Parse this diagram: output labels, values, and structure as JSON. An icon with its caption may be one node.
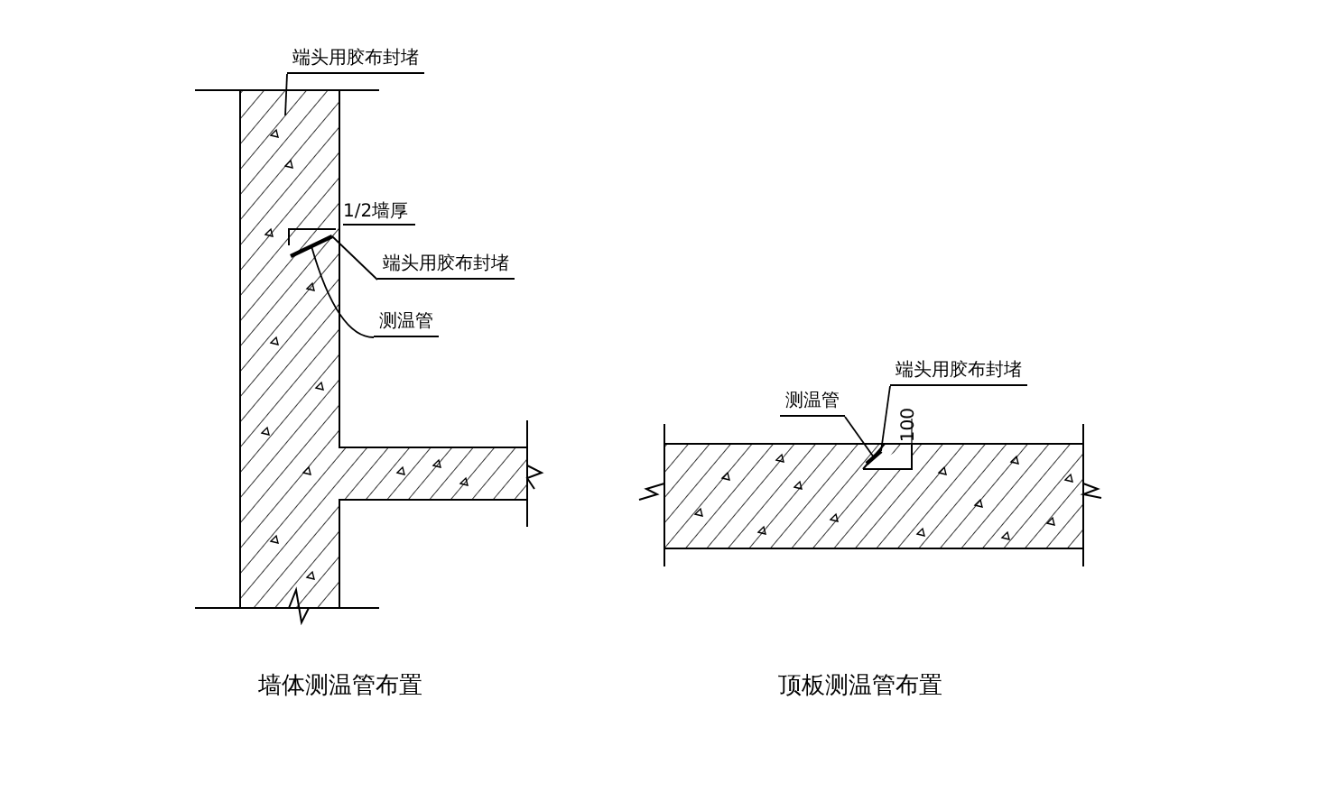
{
  "diagram": {
    "nodes": [
      {
        "text": [
          "端头用胶布封堵"
        ]
      },
      {
        "text": [
          "端头用胶布封堵"
        ]
      },
      {
        "text": [
          "测温管"
        ]
      },
      {
        "text": [
          "测温管"
        ]
      },
      {
        "text": [
          "端头用胶布封堵"
        ]
      },
      {
        "text": [],
        "shape": "bar"
      },
      {
        "text": [],
        "shape": "bar"
      }
    ],
    "edges": [
      {
        "from": 0,
        "to": null,
        "arrow": "none"
      },
      {
        "from": 1,
        "to": 5,
        "arrow": "none"
      },
      {
        "from": 2,
        "to": 5,
        "arrow": "none"
      },
      {
        "from": 3,
        "to": 6,
        "arrow": "none"
      },
      {
        "from": 4,
        "to": 6,
        "arrow": "none"
      }
    ],
    "labels": [
      "1/2墙厚",
      "100",
      "墙体测温管布置",
      "顶板测温管布置"
    ]
  }
}
